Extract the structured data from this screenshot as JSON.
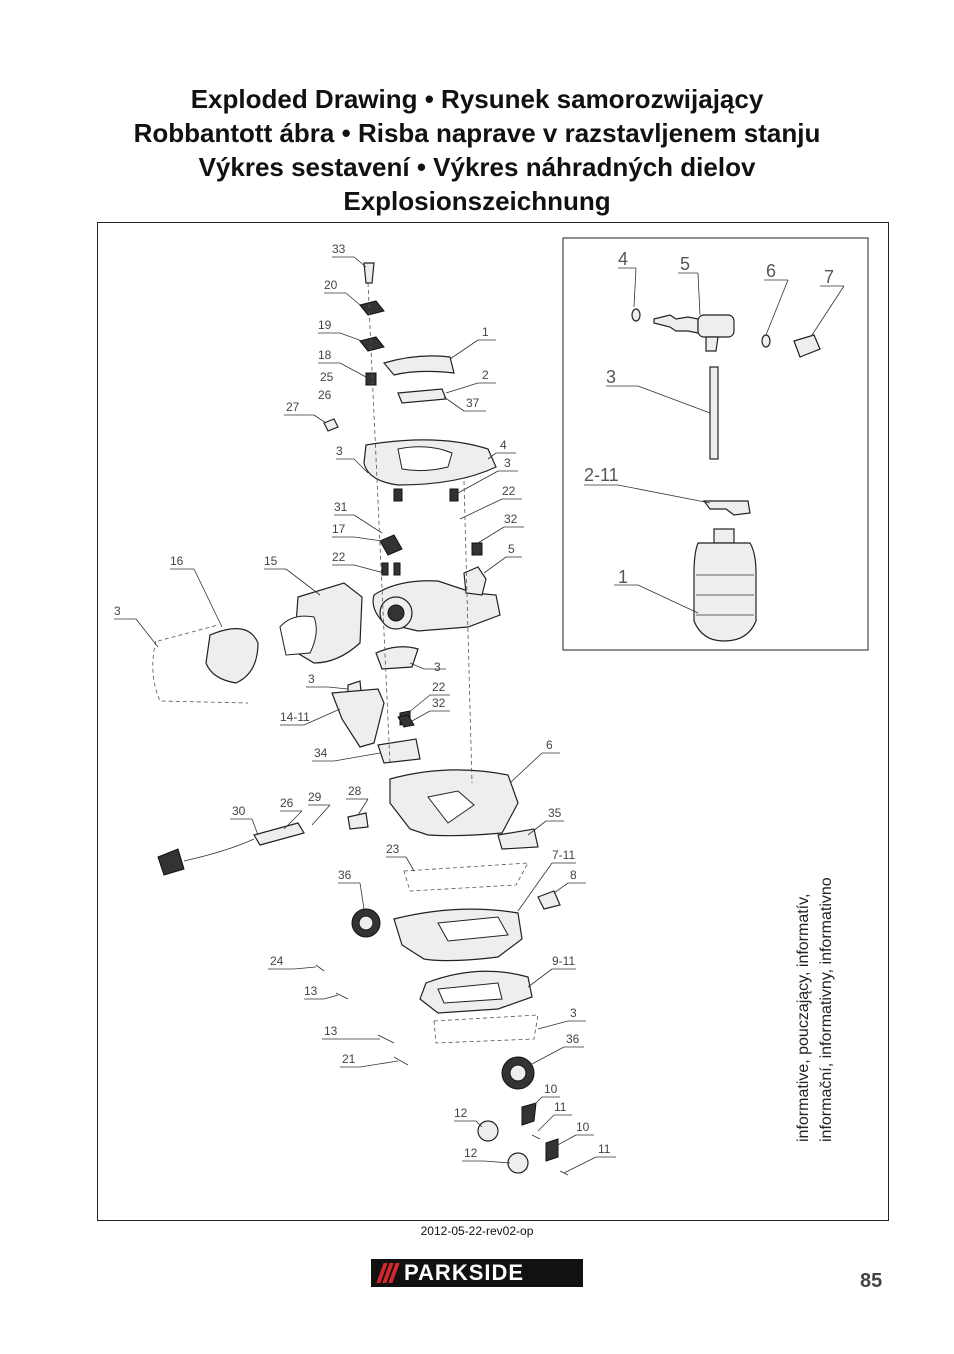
{
  "title_lines": [
    "Exploded Drawing • Rysunek samorozwijający",
    "Robbantott ábra • Risba naprave v razstavljenem stanju",
    "Výkres sestavení • Výkres náhradných dielov",
    "Explosionszeichnung"
  ],
  "side_note_lines": [
    "informative, pouczający, informatív,",
    "informační, informativny, informativno"
  ],
  "revision": "2012-05-22-rev02-op",
  "logo_text": "PARKSIDE",
  "page_number": "85",
  "inset_labels": {
    "l4": "4",
    "l5": "5",
    "l6": "6",
    "l7": "7",
    "l3": "3",
    "l2_11": "2-11",
    "l1": "1"
  },
  "main_labels": {
    "l33": "33",
    "l20": "20",
    "l19": "19",
    "l1": "1",
    "l18": "18",
    "l25": "25",
    "l2": "2",
    "l26a": "26",
    "l37": "37",
    "l27": "27",
    "l4": "4",
    "l3a": "3",
    "l3b": "3",
    "l22a": "22",
    "l31": "31",
    "l32a": "32",
    "l17": "17",
    "l22b": "22",
    "l5": "5",
    "l16": "16",
    "l15": "15",
    "l3c": "3",
    "l3d": "3",
    "l3e": "3",
    "l22c": "22",
    "l32b": "32",
    "l14_11": "14-11",
    "l34": "34",
    "l6": "6",
    "l30": "30",
    "l26b": "26",
    "l29": "29",
    "l28": "28",
    "l35": "35",
    "l23": "23",
    "l7_11": "7-11",
    "l36a": "36",
    "l8": "8",
    "l24": "24",
    "l9_11": "9-11",
    "l13a": "13",
    "l3f": "3",
    "l13b": "13",
    "l36b": "36",
    "l21": "21",
    "l10a": "10",
    "l11a": "11",
    "l12a": "12",
    "l10b": "10",
    "l12b": "12",
    "l11b": "11"
  }
}
